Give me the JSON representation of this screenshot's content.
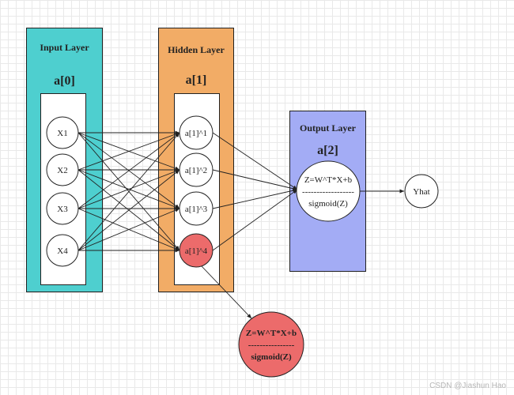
{
  "layers": {
    "input": {
      "title": "Input Layer",
      "sub": "a[0]"
    },
    "hidden": {
      "title": "Hidden Layer",
      "sub": "a[1]"
    },
    "output": {
      "title": "Output Layer",
      "sub": "a[2]"
    }
  },
  "nodes": {
    "inputs": [
      "X1",
      "X2",
      "X3",
      "X4"
    ],
    "hidden": [
      "a[1]^1",
      "a[1]^2",
      "a[1]^3",
      "a[1]^4"
    ],
    "output": {
      "line1": "Z=W^T*X+b",
      "dashes": "------------------",
      "line2": "sigmoid(Z)"
    },
    "yhat": "Yhat",
    "detail": {
      "line1": "Z=W^T*X+b",
      "dashes": "----------------",
      "line2": "sigmoid(Z)"
    }
  },
  "colors": {
    "input_layer": "#4ecfcf",
    "hidden_layer": "#f2ac66",
    "output_layer": "#a3acf5",
    "highlight_node": "#ec6b6b"
  },
  "watermark": "CSDN @Jiashun Hao"
}
